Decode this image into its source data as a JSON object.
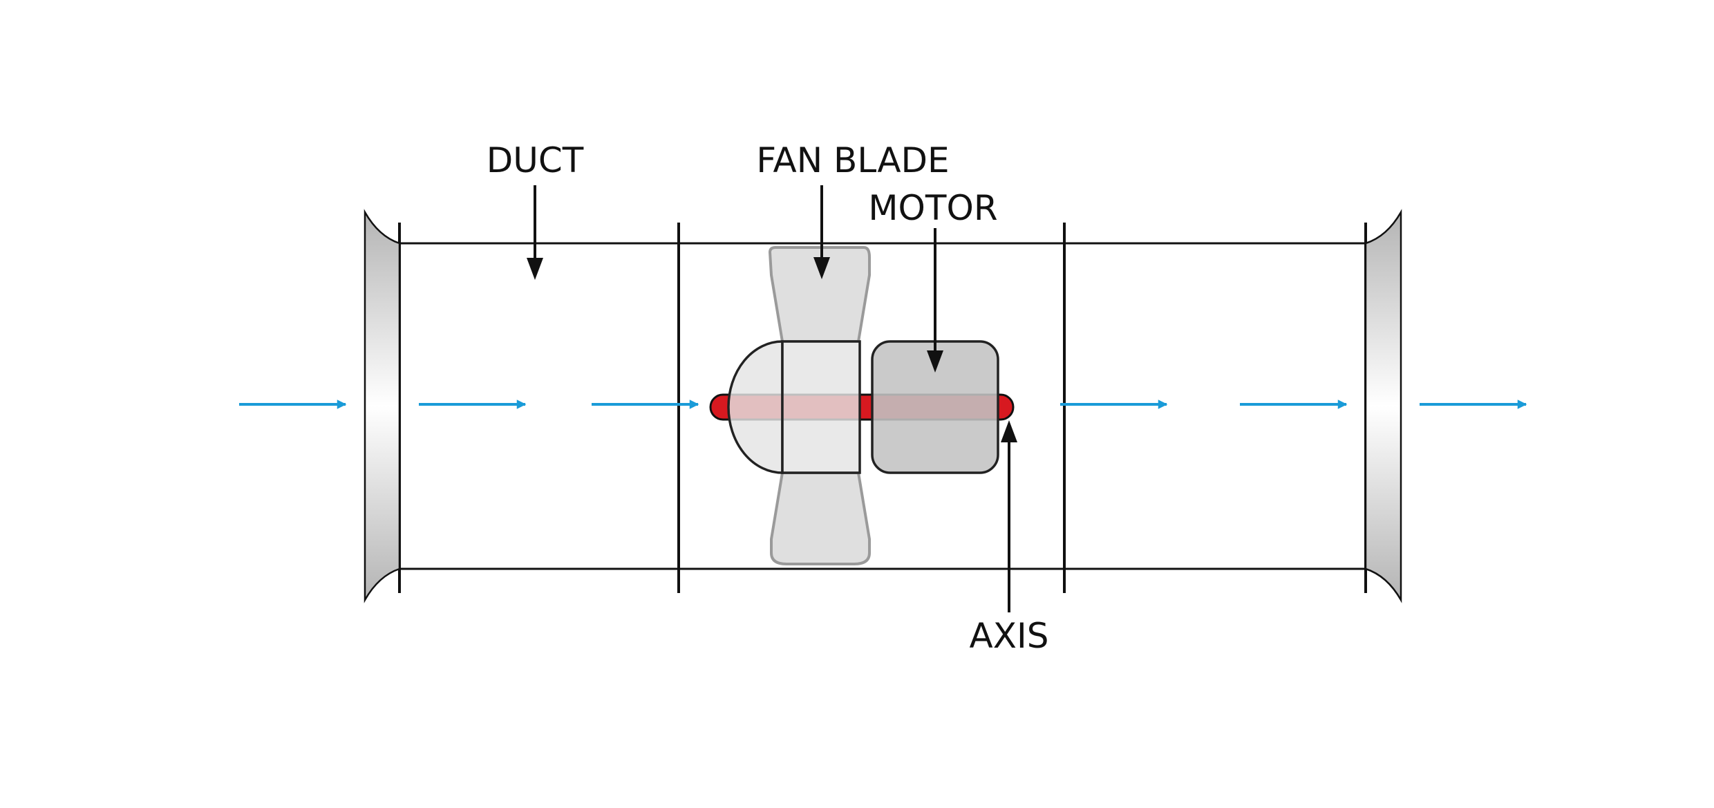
{
  "labels": {
    "duct": "DUCT",
    "fan_blade": "FAN BLADE",
    "motor": "MOTOR",
    "axis": "AXIS"
  },
  "colors": {
    "airflow": "#1a9bd8",
    "axis": "#d71920",
    "blade_fill": "#dcdcdc",
    "motor_fill": "#c3c3c3",
    "line": "#111111"
  },
  "icons": {
    "airflow": "arrow-right-icon",
    "pointer": "arrow-down-icon"
  }
}
